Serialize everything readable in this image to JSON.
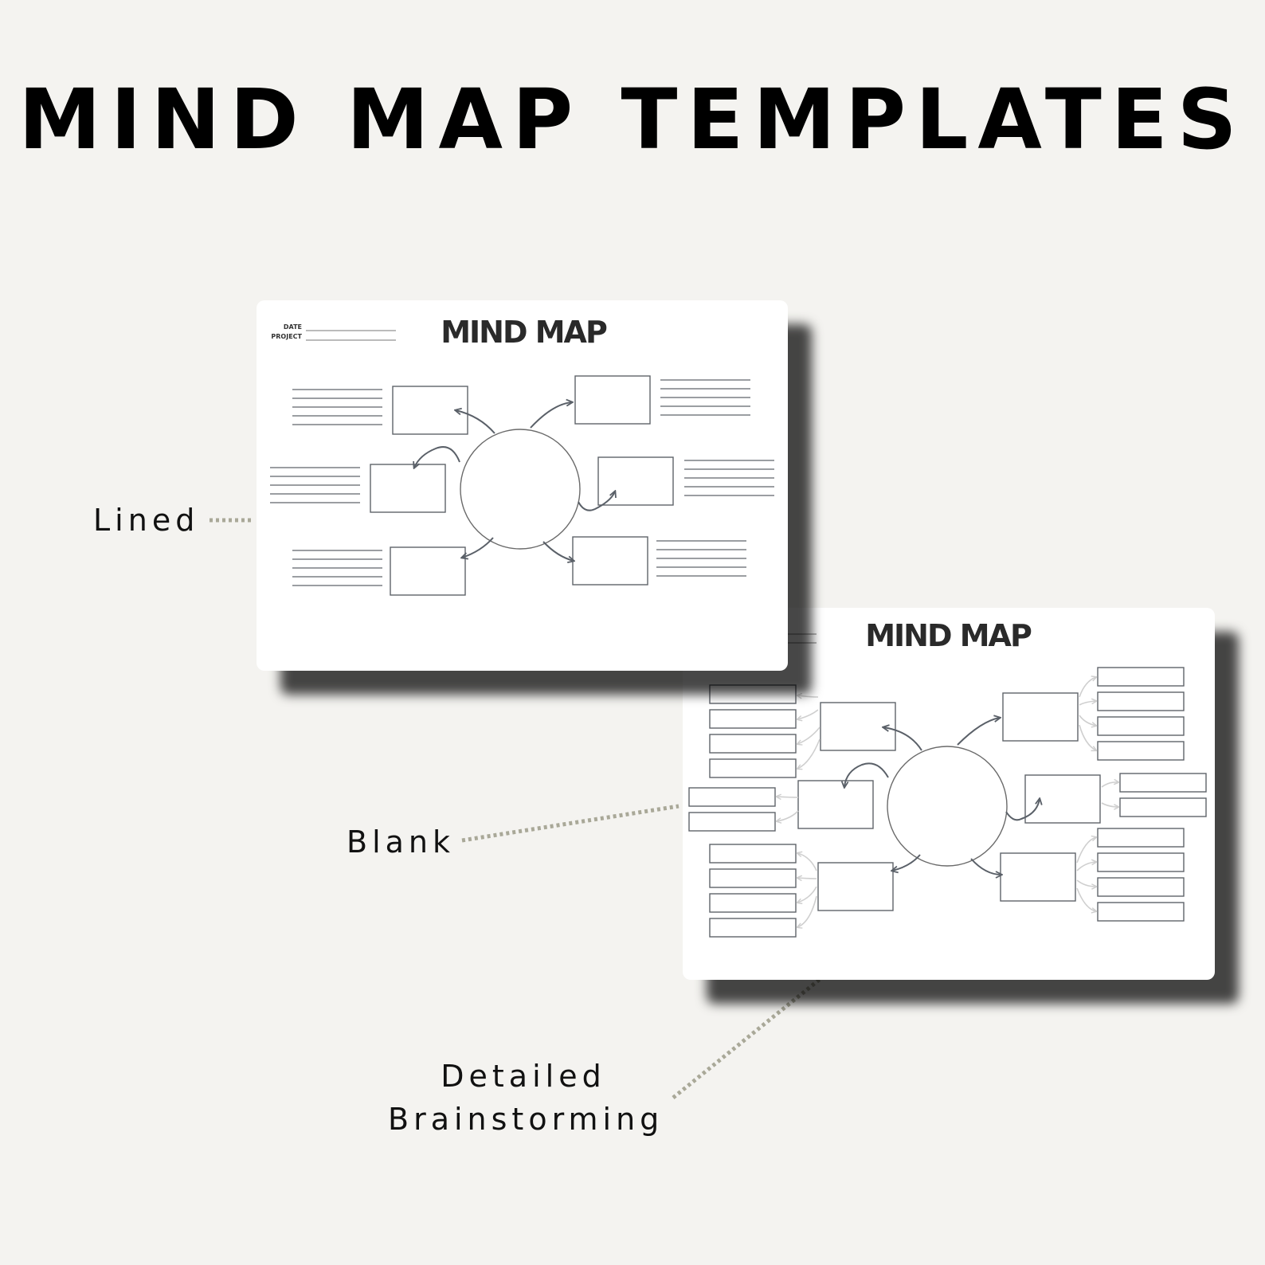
{
  "title": "MIND MAP TEMPLATES",
  "callouts": {
    "lined": "Lined",
    "blank": "Blank",
    "detailed_line1": "Detailed",
    "detailed_line2": "Brainstorming"
  },
  "lined_sheet": {
    "heading": "MIND MAP",
    "date_label": "DATE",
    "project_label": "PROJECT"
  },
  "blank_sheet": {
    "heading": "MIND MAP"
  },
  "colors": {
    "background": "#f4f3f0",
    "box_stroke": "#5f636a",
    "arrow": "#5a6068",
    "light_arrow": "#cfcfcf",
    "leader_dots": "#a9a898"
  }
}
